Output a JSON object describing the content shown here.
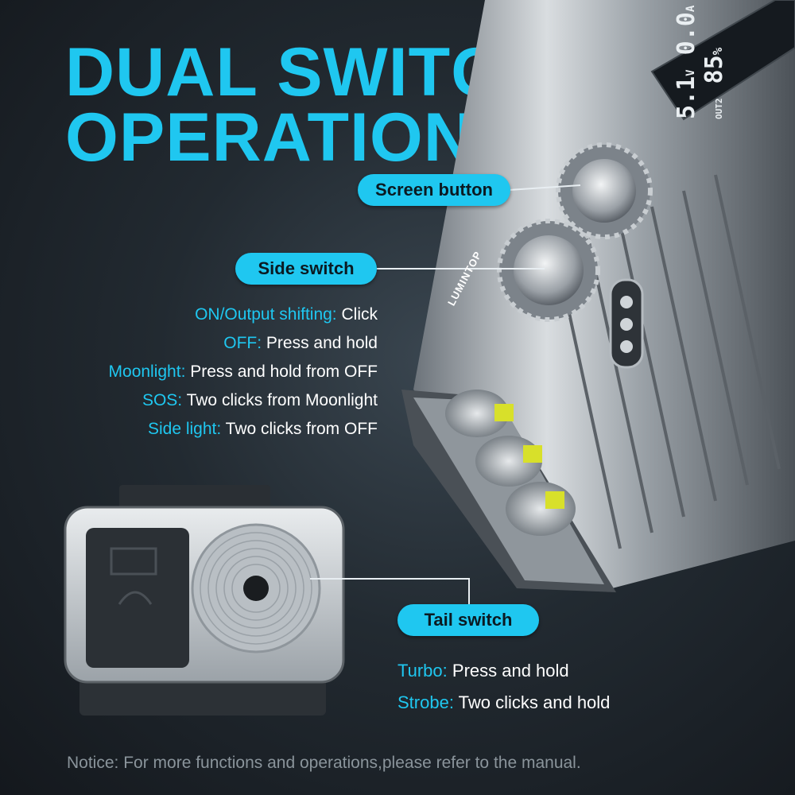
{
  "title_lines": [
    "DUAL SWITCH",
    "OPERATION"
  ],
  "callouts": {
    "screen_button": "Screen button",
    "side_switch": "Side switch",
    "tail_switch": "Tail switch"
  },
  "side_operations": [
    {
      "key": "ON/Output shifting:",
      "value": " Click"
    },
    {
      "key": "OFF:",
      "value": " Press and hold"
    },
    {
      "key": "Moonlight:",
      "value": " Press and hold from OFF"
    },
    {
      "key": "SOS:",
      "value": " Two clicks from Moonlight"
    },
    {
      "key": "Side light:",
      "value": " Two clicks from OFF"
    }
  ],
  "tail_operations": [
    {
      "key": "Turbo:",
      "value": " Press and hold"
    },
    {
      "key": "Strobe:",
      "value": " Two clicks and hold"
    }
  ],
  "notice": "Notice: For more functions and operations,please refer to the manual.",
  "display": {
    "voltage": "5.1",
    "voltage_unit": "V",
    "current": "0.0",
    "current_unit": "A",
    "percent": "85",
    "port_label": "OUT2"
  },
  "brand": "LUMINTOP",
  "colors": {
    "accent": "#1fc7f0",
    "background": "#1c232a",
    "notice_text": "#8a949b"
  }
}
